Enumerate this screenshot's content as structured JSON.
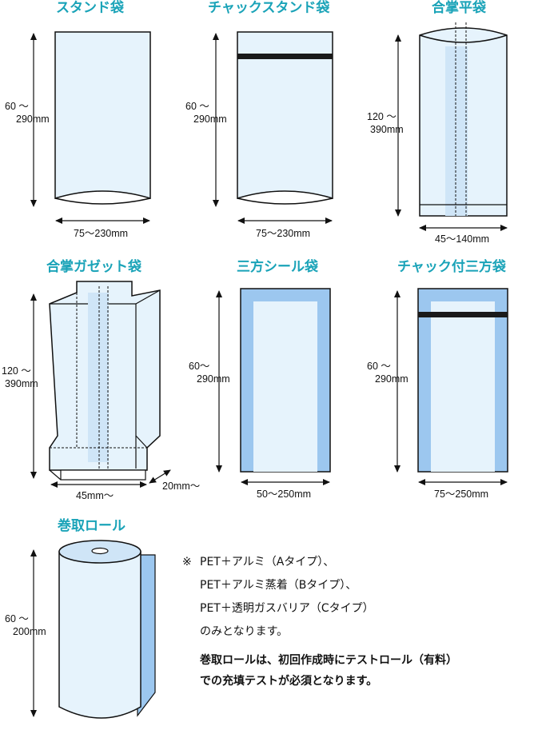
{
  "items": {
    "stand": {
      "title": "スタンド袋",
      "height": [
        "60 ～",
        "290mm"
      ],
      "width": "75～230mm"
    },
    "chack_stand": {
      "title": "チャックスタンド袋",
      "height": [
        "60 ～",
        "290mm"
      ],
      "width": "75～230mm"
    },
    "gassho_flat": {
      "title": "合掌平袋",
      "height": [
        "120 ～",
        "390mm"
      ],
      "width": "45～140mm"
    },
    "gassho_gusset": {
      "title": "合掌ガゼット袋",
      "height": [
        "120 ～",
        "390mm"
      ],
      "width": "45mm～",
      "depth": "20mm～"
    },
    "three_side": {
      "title": "三方シール袋",
      "height": [
        "60～",
        "290mm"
      ],
      "width": "50～250mm"
    },
    "chack_three_side": {
      "title": "チャック付三方袋",
      "height": [
        "60 ～",
        "290mm"
      ],
      "width": "75～250mm"
    },
    "roll": {
      "title": "巻取ロール",
      "height": [
        "60 ～",
        "200mm"
      ]
    }
  },
  "notes": {
    "mark": "※",
    "lines": [
      "PET＋アルミ（Aタイプ）、",
      "PET＋アルミ蒸着（Bタイプ）、",
      "PET＋透明ガスバリア（Cタイプ）",
      "のみとなります。"
    ],
    "bold": [
      "巻取ロールは、初回作成時にテストロール（有料）",
      "での充填テストが必須となります。"
    ]
  },
  "colors": {
    "title": "#1aa3b8",
    "bag_fill": "#e6f3fc",
    "bag_fill_dark": "#cfe5f7",
    "seal": "#9cc7ef",
    "zipper": "#1a1a1a"
  }
}
